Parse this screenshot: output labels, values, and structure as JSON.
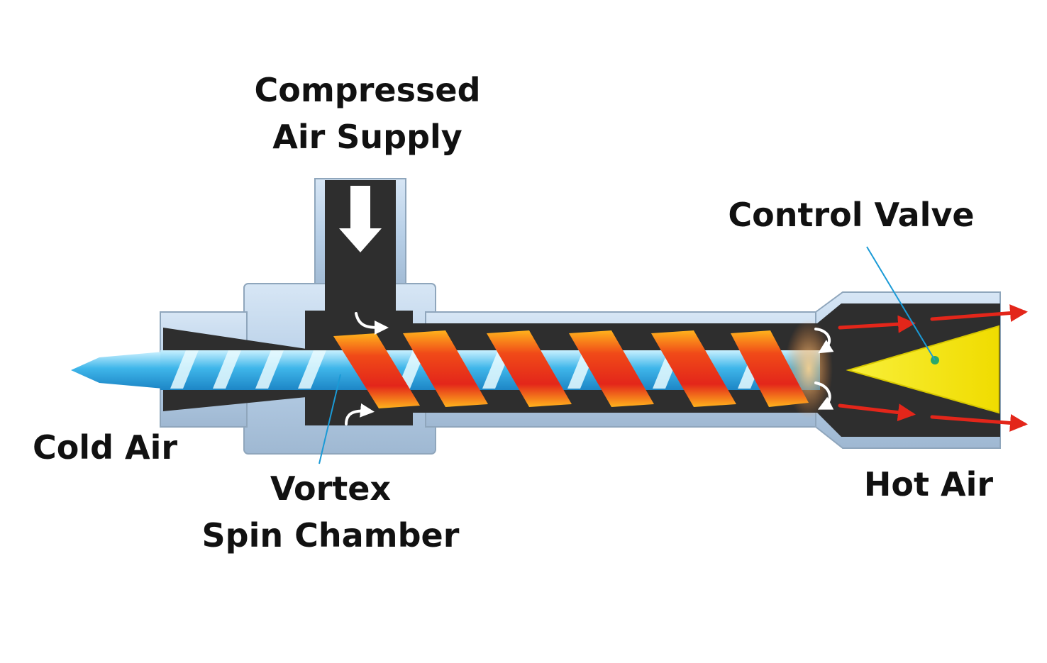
{
  "labels": {
    "compressed_line1": "Compressed",
    "compressed_line2": "Air Supply",
    "control_valve": "Control Valve",
    "cold_air": "Cold Air",
    "vortex_line1": "Vortex",
    "vortex_line2": "Spin Chamber",
    "hot_air": "Hot Air"
  },
  "colors": {
    "body_fill": "#b9d2ea",
    "body_edge": "#8fa6bc",
    "interior": "#2e2e2e",
    "cold_air": "#3fb6ea",
    "hot_air": "#e3261a",
    "hot_air_edge": "#ffb21c",
    "control_valve": "#f5e600",
    "pointer_line": "#1a9ad6",
    "label_text": "#111111"
  }
}
